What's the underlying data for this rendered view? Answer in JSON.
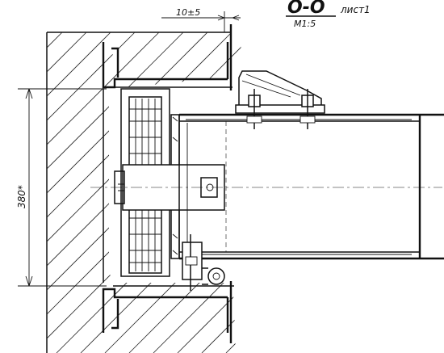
{
  "title": {
    "section": "О-О",
    "sheet": "лист1",
    "scale": "М1:5"
  },
  "dimensions": {
    "gap": "10±5",
    "height": "380*"
  },
  "colors": {
    "ink": "#111111",
    "paper": "#ffffff"
  }
}
